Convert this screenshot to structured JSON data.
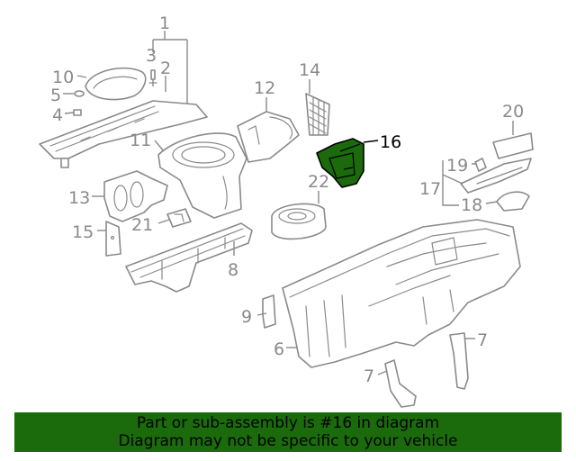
{
  "diagram": {
    "labels": {
      "l1": "1",
      "l2": "2",
      "l3": "3",
      "l4": "4",
      "l5": "5",
      "l6": "6",
      "l7a": "7",
      "l7b": "7",
      "l8": "8",
      "l9": "9",
      "l10": "10",
      "l11": "11",
      "l12": "12",
      "l13": "13",
      "l14": "14",
      "l15": "15",
      "l16": "16",
      "l17": "17",
      "l18": "18",
      "l19": "19",
      "l20": "20",
      "l21": "21",
      "l22": "22"
    },
    "highlight_part": "16",
    "colors": {
      "line": "#8a8a8a",
      "highlight": "#1b6b0c",
      "banner": "#1b6b0c"
    }
  },
  "banner": {
    "line1": "Part or sub-assembly is #16 in diagram",
    "line2": "Diagram may not be specific to your vehicle"
  }
}
